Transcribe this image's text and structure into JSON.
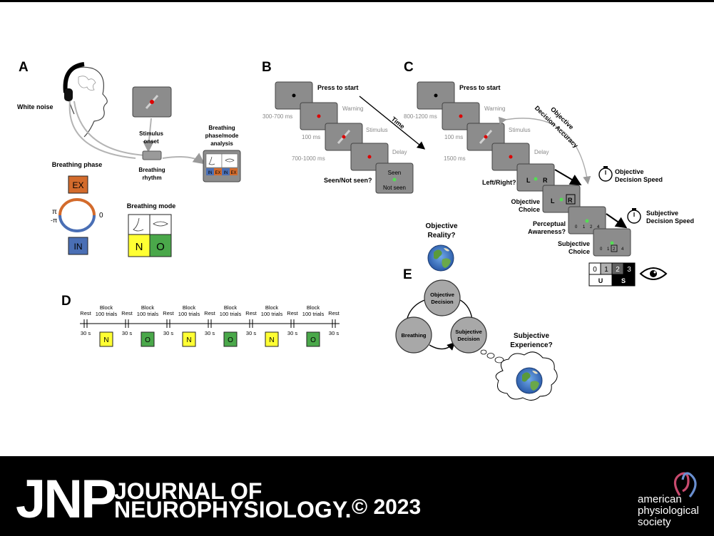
{
  "panel_labels": {
    "a": "A",
    "b": "B",
    "c": "C",
    "d": "D",
    "e": "E"
  },
  "panel_a": {
    "white_noise": "White noise",
    "stimulus_onset": [
      "Stimulus",
      "onset"
    ],
    "breathing_rhythm": [
      "Breathing",
      "rhythm"
    ],
    "phase_mode_analysis": [
      "Breathing",
      "phase/mode",
      "analysis"
    ],
    "mini_cells": [
      "IN",
      "EX",
      "IN",
      "EX"
    ],
    "breathing_phase_title": "Breathing phase",
    "ex_label": "EX",
    "in_label": "IN",
    "pi": "π",
    "neg_pi": "-π",
    "zero": "0",
    "breathing_mode_title": "Breathing mode",
    "mode_n": "N",
    "mode_o": "O"
  },
  "panel_b": {
    "press_to_start": "Press to start",
    "t1": "300-700 ms",
    "warning": "Warning",
    "t2": "100 ms",
    "stimulus": "Stimulus",
    "t3": "700-1000 ms",
    "delay": "Delay",
    "time": "Time",
    "question": "Seen/Not seen?",
    "seen": "Seen",
    "not_seen": "Not seen"
  },
  "panel_c": {
    "press_to_start": "Press to start",
    "t1": "800-1200 ms",
    "warning": "Warning",
    "t2": "100 ms",
    "stimulus": "Stimulus",
    "t3": "1500 ms",
    "delay": "Delay",
    "objective_accuracy": [
      "Objective",
      "Decision Accuracy"
    ],
    "objective_speed": [
      "Objective",
      "Decision Speed"
    ],
    "left_right": "Left/Right?",
    "l": "L",
    "r": "R",
    "objective_choice": [
      "Objective",
      "Choice"
    ],
    "perceptual_awareness": [
      "Perceptual",
      "Awareness?"
    ],
    "subjective_speed": [
      "Subjective",
      "Decision Speed"
    ],
    "subjective_choice": [
      "Subjective",
      "Choice"
    ],
    "scale_small": [
      "0",
      "1",
      "2",
      "4"
    ],
    "scale": [
      "0",
      "1",
      "2",
      "3"
    ],
    "u": "U",
    "s": "S"
  },
  "panel_d": {
    "rest": "Rest",
    "block": [
      "Block",
      "100 trials"
    ],
    "rest_duration": "30 s",
    "blocks": [
      "N",
      "O",
      "N",
      "O",
      "N",
      "O"
    ]
  },
  "panel_e": {
    "objective_reality": [
      "Objective",
      "Reality?"
    ],
    "objective_decision": [
      "Objective",
      "Decision"
    ],
    "breathing": "Breathing",
    "subjective_decision": [
      "Subjective",
      "Decision"
    ],
    "subjective_experience": [
      "Subjective",
      "Experience?"
    ]
  },
  "footer": {
    "jnp": "JNP",
    "journal_line1": "JOURNAL OF",
    "journal_line2": "NEUROPHYSIOLOGY.",
    "copyright": "© 2023",
    "society": [
      "american",
      "physiological",
      "society"
    ]
  },
  "colors": {
    "ex_orange": "#d36b2c",
    "in_blue": "#4a6fb5",
    "n_yellow": "#ffff33",
    "o_green": "#4aa84a",
    "screen_grey": "#8c8c8c",
    "stim_red": "#dd0000",
    "choice_green": "#55dd55"
  }
}
